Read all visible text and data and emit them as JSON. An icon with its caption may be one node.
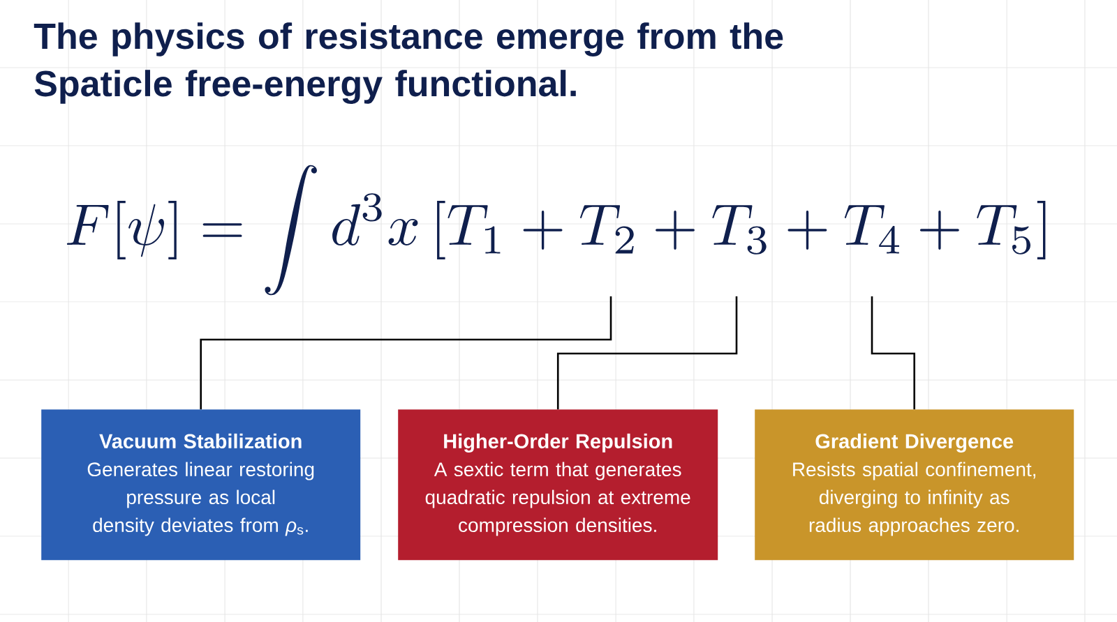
{
  "diagram": {
    "title": "The physics of resistance emerge from the Spaticle free-energy functional.",
    "nodes": [
      {
        "text": [
          "F[\\psi] = \\int d^3x \\, [T_1 + T_2 + T_3 + T_4 + T_5]"
        ]
      },
      {
        "text": [
          "Vacuum Stabilization",
          "Generates linear restoring pressure as local density deviates from *ρ*$_{s}$."
        ]
      },
      {
        "text": [
          "Higher-Order Repulsion",
          "A sextic term that generates quadratic repulsion at extreme compression densities."
        ]
      },
      {
        "text": [
          "Gradient Divergence",
          "Resists spatial confinement, diverging to infinity as radius approaches zero."
        ]
      }
    ],
    "edges": [
      {
        "from": 1,
        "to": 0,
        "arrow": "none"
      },
      {
        "from": 2,
        "to": 0,
        "arrow": "none"
      },
      {
        "from": 3,
        "to": 0,
        "arrow": "none"
      }
    ]
  }
}
